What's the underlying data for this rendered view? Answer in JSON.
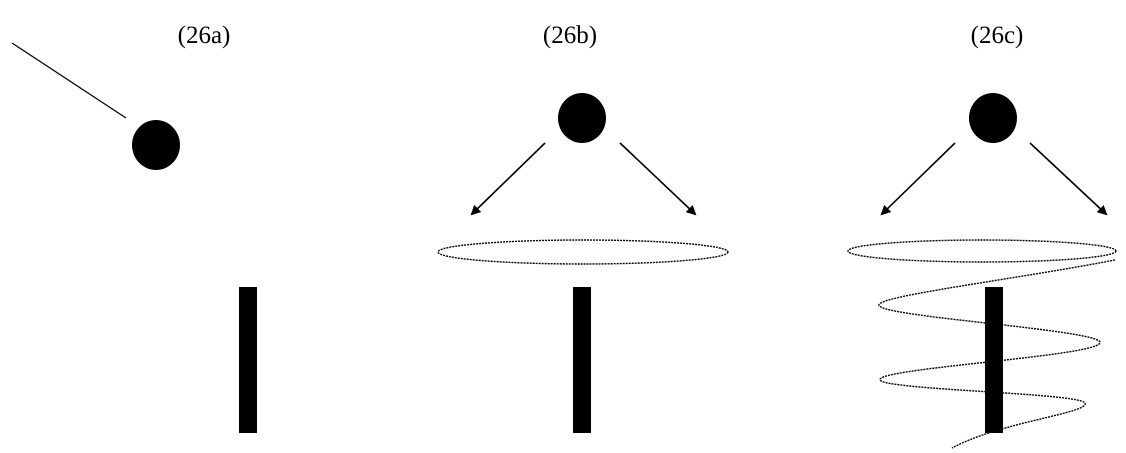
{
  "panels": [
    {
      "label": "(26a)"
    },
    {
      "label": "(26b)"
    },
    {
      "label": "(26c)"
    }
  ],
  "colors": {
    "ink": "#000000",
    "background": "#ffffff"
  }
}
